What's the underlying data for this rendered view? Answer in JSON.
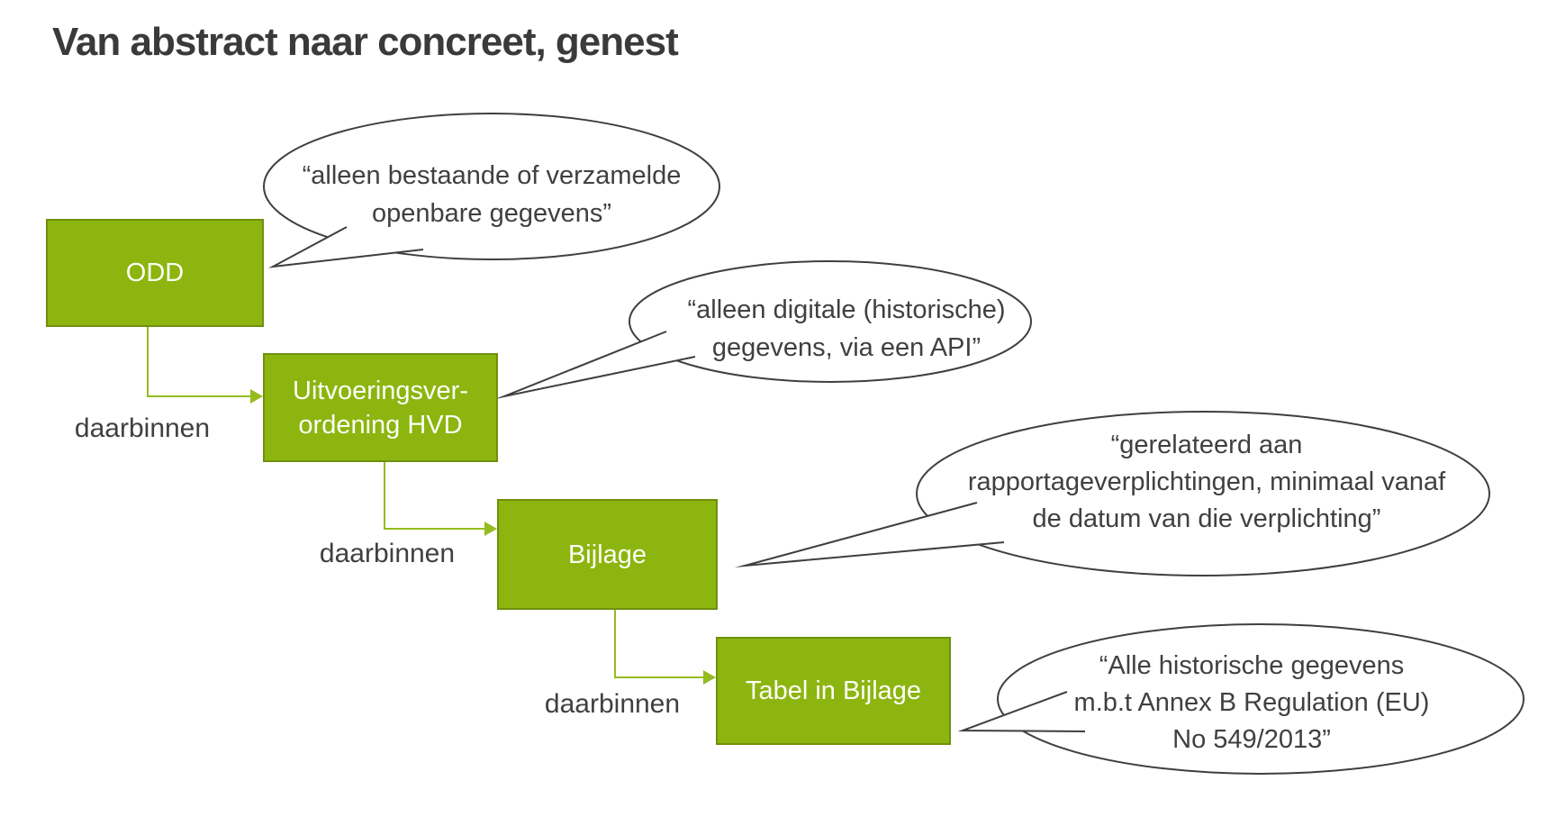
{
  "title": "Van abstract naar concreet, genest",
  "colors": {
    "box_fill": "#8cb50f",
    "box_border": "#6f8f0c",
    "arrow": "#94bc20",
    "outline": "#3f3f3f",
    "text_dark": "#404040",
    "text_light": "#ffffff"
  },
  "boxes": [
    {
      "label": "ODD"
    },
    {
      "line1": "Uitvoeringsver-",
      "line2": "ordening HVD"
    },
    {
      "label": "Bijlage"
    },
    {
      "label": "Tabel in Bijlage"
    }
  ],
  "edges": [
    {
      "label": "daarbinnen"
    },
    {
      "label": "daarbinnen"
    },
    {
      "label": "daarbinnen"
    }
  ],
  "callouts": [
    {
      "line1": "“alleen bestaande of verzamelde",
      "line2": "openbare gegevens”"
    },
    {
      "line1": "“alleen digitale (historische)",
      "line2": "gegevens, via een API”"
    },
    {
      "line1": "“gerelateerd aan",
      "line2": "rapportageverplichtingen, minimaal vanaf",
      "line3": "de datum van die verplichting”"
    },
    {
      "line1": "“Alle historische gegevens",
      "line2": "m.b.t Annex B Regulation (EU)",
      "line3": "No 549/2013”"
    }
  ]
}
